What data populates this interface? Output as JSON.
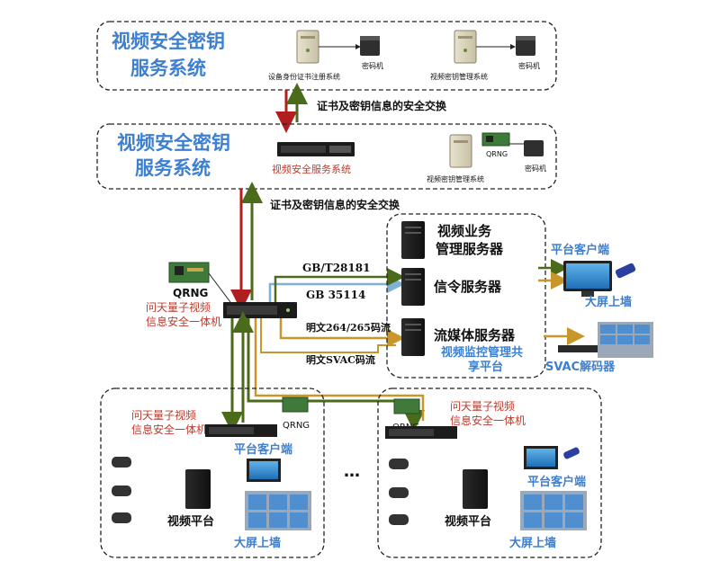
{
  "top_system": {
    "title_line1": "视频安全密钥",
    "title_line2": "服务系统",
    "device1_label": "设备身份证书注册系统",
    "cipher1_label": "密码机",
    "device2_label": "视频密钥管理系统",
    "cipher2_label": "密码机"
  },
  "exchange_label_1": "证书及密钥信息的安全交换",
  "second_system": {
    "title_line1": "视频安全密钥",
    "title_line2": "服务系统",
    "server_label": "视频安全服务系统",
    "qrng_label": "QRNG",
    "device_label": "视频密钥管理系统",
    "cipher_label": "密码机"
  },
  "exchange_label_2": "证书及密钥信息的安全交换",
  "central_node": {
    "qrng_label": "QRNG",
    "name_line1": "问天量子视频",
    "name_line2": "信息安全一体机"
  },
  "flows": {
    "gb28181": "GB/T28181",
    "gb35114": "GB 35114",
    "plain_264": "明文264/265码流",
    "plain_svac": "明文SVAC码流"
  },
  "servers": {
    "business_line1": "视频业务",
    "business_line2": "管理服务器",
    "signaling": "信令服务器",
    "streaming": "流媒体服务器",
    "platform_line1": "视频监控管理共",
    "platform_line2": "享平台"
  },
  "right_side": {
    "client": "平台客户端",
    "big_screen": "大屏上墙",
    "svac_decoder": "SVAC解码器"
  },
  "bottom_left": {
    "name_line1": "问天量子视频",
    "name_line2": "信息安全一体机",
    "qrng": "QRNG",
    "client": "平台客户端",
    "platform": "视频平台",
    "big_screen": "大屏上墙"
  },
  "ellipsis": "…",
  "bottom_right": {
    "qrng": "QRNG",
    "name_line1": "问天量子视频",
    "name_line2": "信息安全一体机",
    "client": "平台客户端",
    "platform": "视频平台",
    "big_screen": "大屏上墙"
  },
  "colors": {
    "red_line": "#b01e1e",
    "green_line": "#4a6b1a",
    "gold_line": "#c8962a",
    "blue_line": "#7fb0d8",
    "title_blue": "#3d7fd1"
  }
}
